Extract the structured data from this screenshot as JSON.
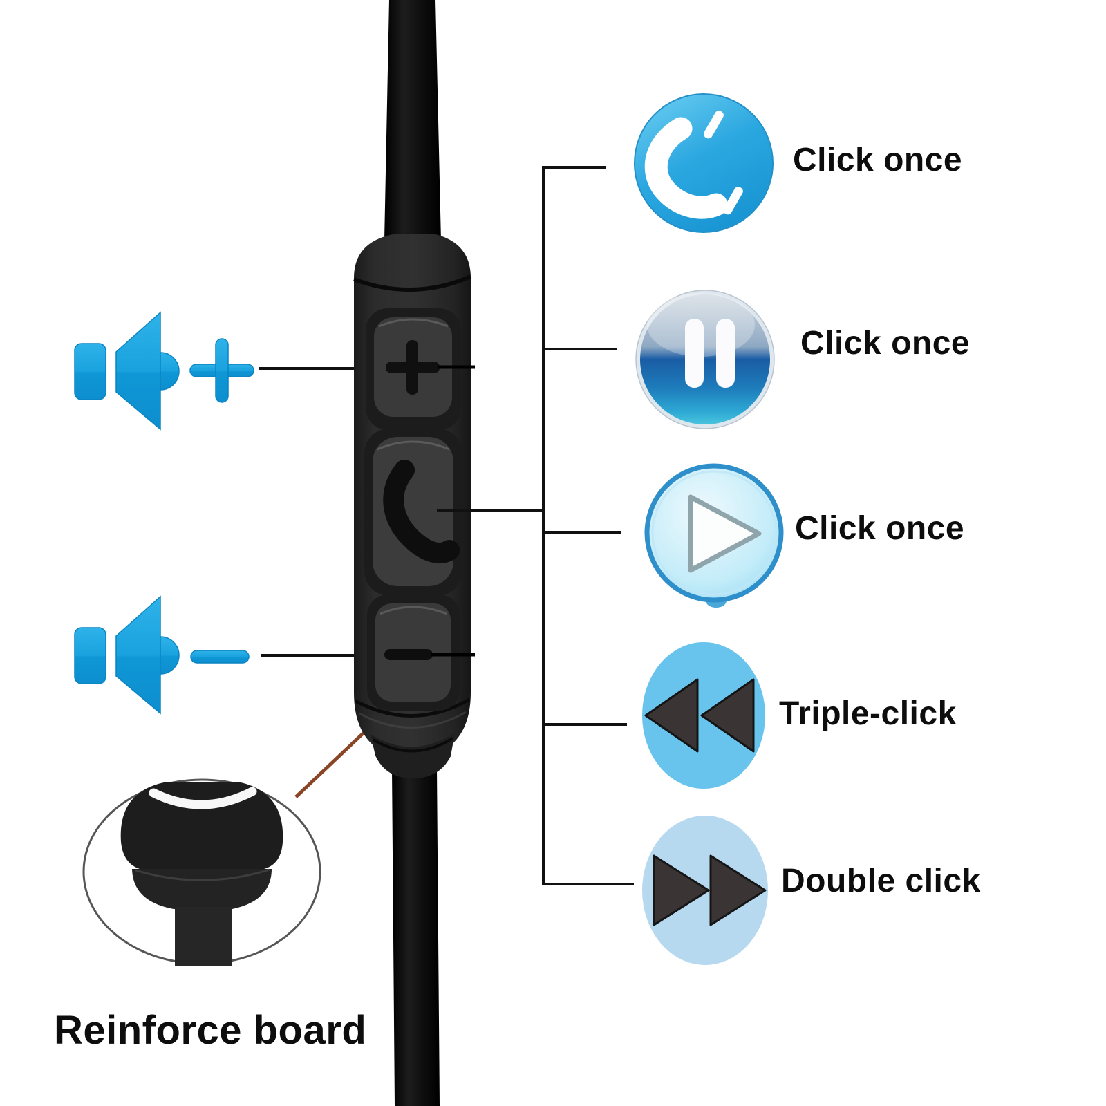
{
  "volume_controls": {
    "up_symbol": "+",
    "down_symbol": "-"
  },
  "remote_buttons": [
    "volume-up",
    "call",
    "volume-down"
  ],
  "right_actions": [
    {
      "icon": "call-icon",
      "label": "Click once"
    },
    {
      "icon": "pause-icon",
      "label": "Click once"
    },
    {
      "icon": "play-icon",
      "label": "Click once"
    },
    {
      "icon": "rewind-icon",
      "label": "Triple-click"
    },
    {
      "icon": "fast-forward-icon",
      "label": "Double click"
    }
  ],
  "callout": {
    "label": "Reinforce board"
  },
  "colors": {
    "speaker_blue": "#18a0dc",
    "call_circle_blue": "#2ba7e0",
    "pause_orb_blue": "#1e7cbb",
    "play_circle_blue": "#a7e0f4",
    "rewind_circle_blue": "#68c4ec",
    "fast_forward_circle_blue": "#b6d9ef",
    "triangle_dark": "#3a3434",
    "line_black": "#111111",
    "annotation_orange": "#8a4526",
    "remote_black": "#262626"
  }
}
